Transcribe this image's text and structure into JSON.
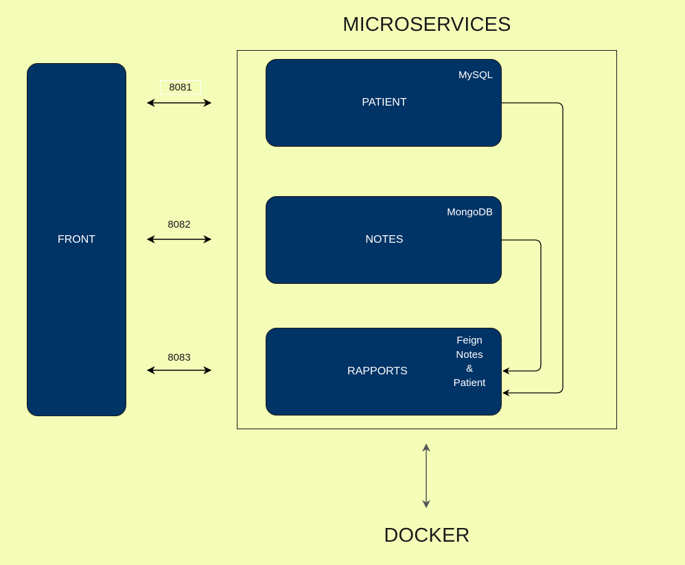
{
  "diagram": {
    "title_top": "MICROSERVICES",
    "title_bottom": "DOCKER",
    "front": {
      "label": "FRONT"
    },
    "services": {
      "patient": {
        "label": "PATIENT",
        "db": "MySQL"
      },
      "notes": {
        "label": "NOTES",
        "db": "MongoDB"
      },
      "rapports": {
        "label": "RAPPORTS",
        "feign_lines": [
          "Feign",
          "Notes",
          "&",
          "Patient"
        ]
      }
    },
    "ports": {
      "p1": "8081",
      "p2": "8082",
      "p3": "8083"
    },
    "colors": {
      "background": "#f4fdb8",
      "node_fill": "#003366",
      "node_text": "#ffffff",
      "line": "#000000",
      "docker_arrow": "#555555"
    }
  }
}
